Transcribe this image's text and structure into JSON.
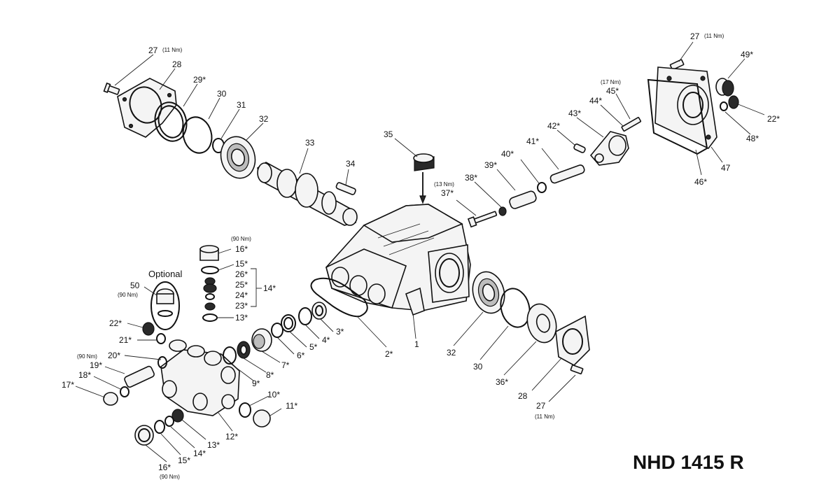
{
  "model": "NHD 1415 R",
  "optional_label": "Optional",
  "callouts": [
    {
      "id": "c27a",
      "num": "27",
      "torque": "(11 Nm)"
    },
    {
      "id": "c28a",
      "num": "28"
    },
    {
      "id": "c29a",
      "num": "29*"
    },
    {
      "id": "c30a",
      "num": "30"
    },
    {
      "id": "c31",
      "num": "31"
    },
    {
      "id": "c32a",
      "num": "32"
    },
    {
      "id": "c33",
      "num": "33"
    },
    {
      "id": "c34",
      "num": "34"
    },
    {
      "id": "c35",
      "num": "35"
    },
    {
      "id": "c37",
      "num": "37*",
      "torque": "(13 Nm)"
    },
    {
      "id": "c38",
      "num": "38*"
    },
    {
      "id": "c39",
      "num": "39*"
    },
    {
      "id": "c40",
      "num": "40*"
    },
    {
      "id": "c41",
      "num": "41*"
    },
    {
      "id": "c42",
      "num": "42*"
    },
    {
      "id": "c43",
      "num": "43*"
    },
    {
      "id": "c44",
      "num": "44*"
    },
    {
      "id": "c45",
      "num": "45*",
      "torque": "(17 Nm)"
    },
    {
      "id": "c27b",
      "num": "27",
      "torque": "(11 Nm)"
    },
    {
      "id": "c49",
      "num": "49*"
    },
    {
      "id": "c22b",
      "num": "22*"
    },
    {
      "id": "c48",
      "num": "48*"
    },
    {
      "id": "c47",
      "num": "47"
    },
    {
      "id": "c46",
      "num": "46*"
    },
    {
      "id": "c16a",
      "num": "16*",
      "torque": "(90 Nm)"
    },
    {
      "id": "c15a",
      "num": "15*"
    },
    {
      "id": "c26",
      "num": "26*"
    },
    {
      "id": "c25",
      "num": "25*"
    },
    {
      "id": "c24",
      "num": "24*"
    },
    {
      "id": "c23",
      "num": "23*"
    },
    {
      "id": "c13a",
      "num": "13*"
    },
    {
      "id": "c14a",
      "num": "14*"
    },
    {
      "id": "c50",
      "num": "50",
      "torque": "(90 Nm)"
    },
    {
      "id": "c22a",
      "num": "22*"
    },
    {
      "id": "c21",
      "num": "21*"
    },
    {
      "id": "c20",
      "num": "20*",
      "torque": "(90 Nm)"
    },
    {
      "id": "c19",
      "num": "19*"
    },
    {
      "id": "c18",
      "num": "18*"
    },
    {
      "id": "c17",
      "num": "17*"
    },
    {
      "id": "c2",
      "num": "2*"
    },
    {
      "id": "c3",
      "num": "3*"
    },
    {
      "id": "c4",
      "num": "4*"
    },
    {
      "id": "c5",
      "num": "5*"
    },
    {
      "id": "c6",
      "num": "6*"
    },
    {
      "id": "c7",
      "num": "7*"
    },
    {
      "id": "c8",
      "num": "8*"
    },
    {
      "id": "c9",
      "num": "9*"
    },
    {
      "id": "c10",
      "num": "10*"
    },
    {
      "id": "c11",
      "num": "11*"
    },
    {
      "id": "c12",
      "num": "12*"
    },
    {
      "id": "c13b",
      "num": "13*"
    },
    {
      "id": "c14b",
      "num": "14*"
    },
    {
      "id": "c15b",
      "num": "15*"
    },
    {
      "id": "c16b",
      "num": "16*",
      "torque": "(90 Nm)"
    },
    {
      "id": "c1",
      "num": "1"
    },
    {
      "id": "c32b",
      "num": "32"
    },
    {
      "id": "c30b",
      "num": "30"
    },
    {
      "id": "c36",
      "num": "36*"
    },
    {
      "id": "c28b",
      "num": "28"
    },
    {
      "id": "c27c",
      "num": "27",
      "torque": "(11 Nm)"
    }
  ]
}
